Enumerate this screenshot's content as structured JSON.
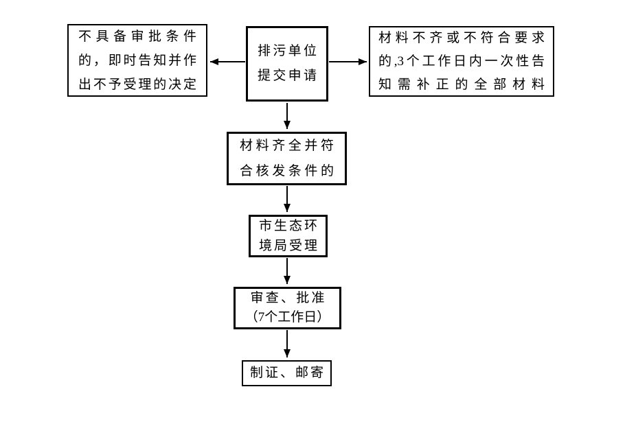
{
  "flowchart": {
    "colors": {
      "background": "#ffffff",
      "border": "#000000",
      "text": "#000000",
      "arrow": "#000000"
    },
    "nodes": {
      "reject": {
        "id": "reject",
        "lines": [
          "不具备审批条件",
          "的，即时告知并作",
          "出不予受理的决定"
        ]
      },
      "submit": {
        "id": "submit",
        "lines": [
          "排污单位",
          "提交申请"
        ]
      },
      "supplement": {
        "id": "supplement",
        "lines": [
          "材料不齐或不符合要求",
          "的,3个工作日内一次性告",
          "知需补正的全部材料"
        ]
      },
      "complete": {
        "id": "complete",
        "lines": [
          "材料齐全并符",
          "合核发条件的"
        ]
      },
      "accept": {
        "id": "accept",
        "lines": [
          "市生态环",
          "境局受理"
        ]
      },
      "review": {
        "id": "review",
        "lines": [
          "审查、批准",
          "（7个工作日）"
        ]
      },
      "issue": {
        "id": "issue",
        "lines": [
          "制证、邮寄"
        ]
      }
    },
    "connections": [
      {
        "from": "submit",
        "to": "reject",
        "direction": "left"
      },
      {
        "from": "submit",
        "to": "supplement",
        "direction": "right"
      },
      {
        "from": "submit",
        "to": "complete",
        "direction": "down"
      },
      {
        "from": "complete",
        "to": "accept",
        "direction": "down"
      },
      {
        "from": "accept",
        "to": "review",
        "direction": "down"
      },
      {
        "from": "review",
        "to": "issue",
        "direction": "down"
      }
    ]
  }
}
